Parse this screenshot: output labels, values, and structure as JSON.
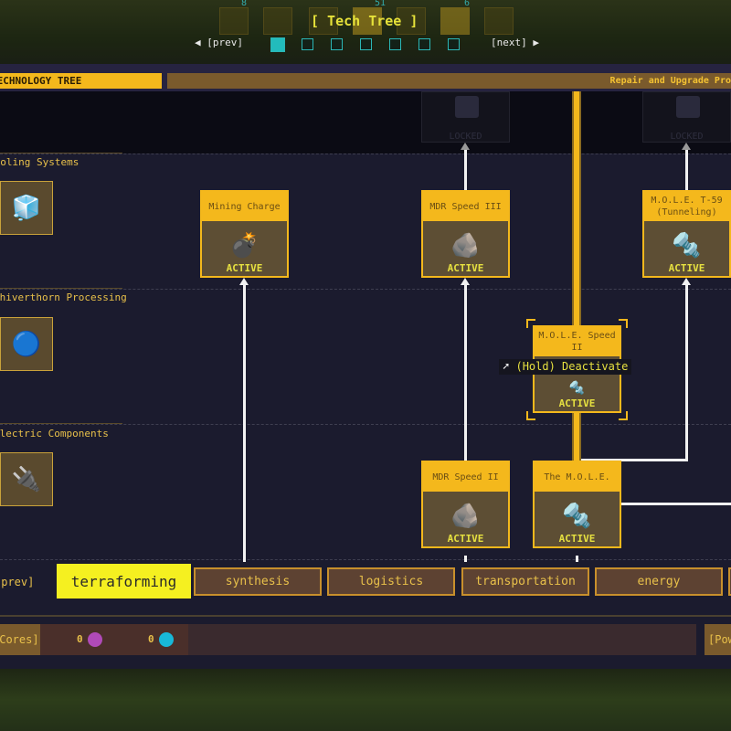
{
  "header": {
    "title": "[ Tech Tree ]",
    "prev": "[prev]",
    "next": "[next]",
    "badges": [
      "8",
      "51",
      "6"
    ],
    "page_count": 7,
    "active_page": 1
  },
  "section": {
    "title": "TECHNOLOGY TREE",
    "subtitle": "Repair and Upgrade Pro"
  },
  "categories": [
    {
      "label": "Cooling Systems"
    },
    {
      "label": "Shiverthorn Processing"
    },
    {
      "label": "Electric Components"
    }
  ],
  "nodes": {
    "mining_charge": {
      "title": "Mining Charge",
      "status": "ACTIVE"
    },
    "mdr3": {
      "title": "MDR Speed III",
      "status": "ACTIVE"
    },
    "mole_t59": {
      "title": "M.O.L.E. T-59 (Tunneling)",
      "status": "ACTIVE"
    },
    "mole_speed2": {
      "title": "M.O.L.E. Speed II",
      "status": "ACTIVE"
    },
    "mdr2": {
      "title": "MDR Speed II",
      "status": "ACTIVE"
    },
    "mole": {
      "title": "The M.O.L.E.",
      "status": "ACTIVE"
    },
    "locked_label": "LOCKED"
  },
  "tooltip": "(Hold) Deactivate",
  "tabs": {
    "prev": "[prev]",
    "items": [
      "terraforming",
      "synthesis",
      "logistics",
      "transportation",
      "energy"
    ],
    "active": "terraforming"
  },
  "footer": {
    "cores_label": "[Cores]",
    "core_counts": [
      "0",
      "0"
    ],
    "power_label": "[Power"
  },
  "colors": {
    "accent": "#f4b81c",
    "active_tab": "#f5f020",
    "teal": "#22bcbc"
  }
}
